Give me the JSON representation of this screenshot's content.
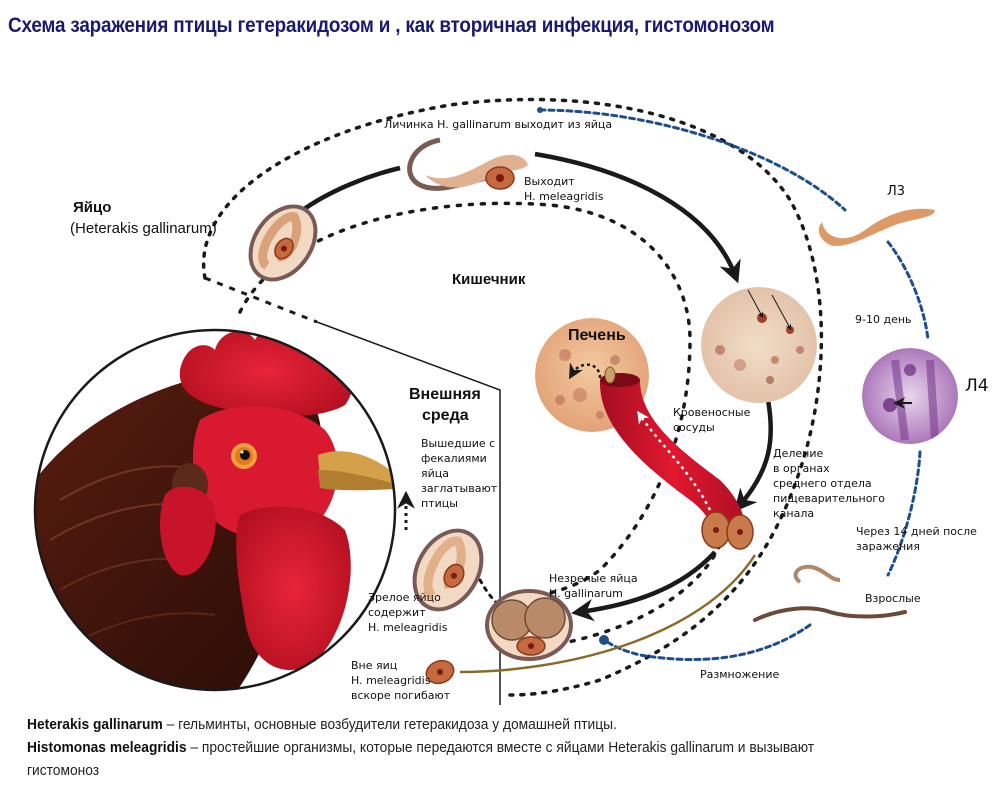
{
  "title": "Схема заражения птицы гетеракидозом и , как вторичная инфекция, гистомонозом",
  "labels": {
    "egg_title": "Яйцо",
    "egg_species": "(Heterakis gallinarum)",
    "larva_exits": "Личинка H. gallinarum выходит из яйца",
    "histomonas_exits_1": "Выходит",
    "histomonas_exits_2": "H. meleagridis",
    "intestine": "Кишечник",
    "liver": "Печень",
    "blood_vessels_1": "Кровеносные",
    "blood_vessels_2": "сосуды",
    "external_env_1": "Внешняя",
    "external_env_2": "среда",
    "swallowed_lines": [
      "Вышедшие с",
      "фекалиями",
      "яйца",
      "заглатывают",
      "птицы"
    ],
    "mature_egg_lines": [
      "Зрелое яйцо",
      "содержит",
      "H. meleagridis"
    ],
    "outside_eggs_lines": [
      "Вне яиц",
      "H. meleagridis",
      "вскоре погибают"
    ],
    "immature_eggs_lines": [
      "Незрелые яйца",
      "H. gallinarum"
    ],
    "division_lines": [
      "Деление",
      "в органах",
      "среднего отдела",
      "пищеварительного",
      "канала"
    ],
    "l3": "Л3",
    "days_9_10": "9-10 день",
    "l4": "Л4",
    "after_14_days_lines": [
      "Через 14 дней после",
      "заражения"
    ],
    "adults": "Взрослые",
    "reproduction": "Размножение"
  },
  "legend": [
    {
      "term": "Heterakis gallinarum",
      "text": " – гельминты, основные возбудители гетеракидоза у домашней птицы."
    },
    {
      "term": "Histomonas meleagridis",
      "text": " – простейшие организмы, которые передаются вместе с яйцами Heterakis gallinarum и вызывают"
    },
    {
      "term": "",
      "text": "гистомоноз"
    }
  ],
  "colors": {
    "title": "#1a1a6e",
    "blue_path": "#1f4e8c",
    "black_path": "#1a1a1a",
    "brown_path": "#8a6a2a",
    "vessel_red": "#c8102e",
    "egg_shell": "#7a5a55",
    "egg_fill": "#f3dcc6",
    "larva": "#d9a27a",
    "histomonas": "#b5552e"
  }
}
